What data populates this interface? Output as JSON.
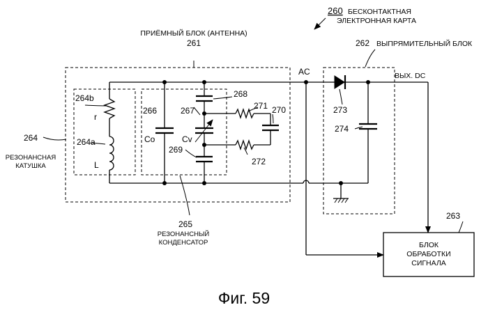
{
  "card": {
    "number": "260",
    "name_line1": "БЕСКОНТАКТНАЯ",
    "name_line2": "ЭЛЕКТРОННАЯ КАРТА"
  },
  "receiver": {
    "label": "ПРИЁМНЫЙ БЛОК (АНТЕННА)",
    "number": "261"
  },
  "rectifier": {
    "number": "262",
    "label": "ВЫПРЯМИТЕЛЬНЫЙ БЛОК"
  },
  "processor": {
    "number": "263",
    "line1": "БЛОК",
    "line2": "ОБРАБОТКИ",
    "line3": "СИГНАЛА"
  },
  "coil": {
    "number": "264",
    "line1": "РЕЗОНАНСНАЯ",
    "line2": "КАТУШКА",
    "part_b": "264b",
    "part_a": "264a",
    "r_label": "r",
    "l_label": "L"
  },
  "capacitor_block": {
    "number": "265",
    "line1": "РЕЗОНАНСНЫЙ",
    "line2": "КОНДЕНСАТОР"
  },
  "components": {
    "c266": "266",
    "co": "Co",
    "c267": "267",
    "cv": "Cv",
    "c268": "268",
    "c269": "269",
    "c270": "270",
    "r271": "271",
    "r272": "272",
    "d273": "273",
    "c274": "274"
  },
  "signals": {
    "ac": "AC",
    "dc_out": "ВЫХ. DC"
  },
  "caption": "Фиг. 59"
}
